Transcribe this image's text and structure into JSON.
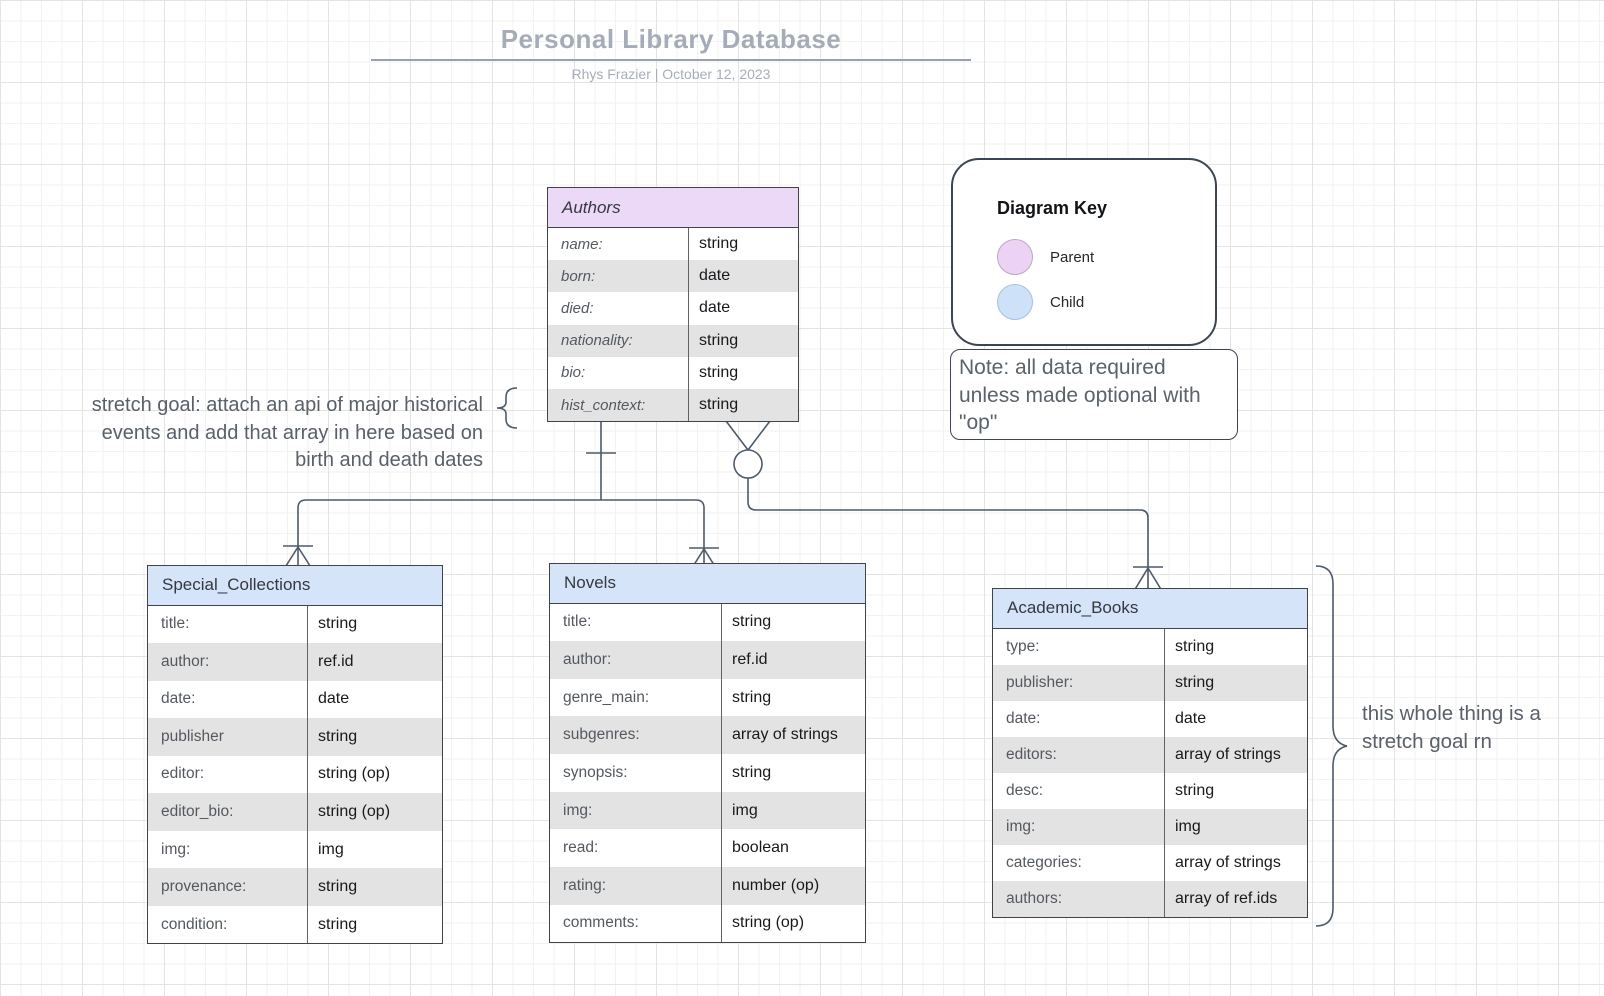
{
  "header": {
    "title": "Personal Library Database",
    "subtitle": "Rhys Frazier  |  October 12, 2023"
  },
  "key": {
    "title": "Diagram Key",
    "items": [
      {
        "label": "Parent",
        "color": "#ecd3f6"
      },
      {
        "label": "Child",
        "color": "#cde1f8"
      }
    ]
  },
  "note": {
    "text": "Note: all data required unless made optional with \"op\""
  },
  "annotations": {
    "authors_stretch_goal_lines": [
      "stretch goal: attach an api of major historical",
      "events and add that array in here based on",
      "birth and death dates"
    ],
    "academic_stretch_goal": "this whole thing is a stretch goal rn"
  },
  "colors": {
    "parent_header": "#ecd9f8",
    "child_header": "#d6e4fa",
    "row_alt": "#e3e3e3",
    "connector": "#4d5a6a"
  },
  "tables": [
    {
      "name": "Authors",
      "role": "parent",
      "fields": [
        {
          "label": "name:",
          "value": "string"
        },
        {
          "label": "born:",
          "value": "date"
        },
        {
          "label": "died:",
          "value": "date"
        },
        {
          "label": "nationality:",
          "value": "string"
        },
        {
          "label": "bio:",
          "value": "string"
        },
        {
          "label": "hist_context:",
          "value": "string"
        }
      ]
    },
    {
      "name": "Special_Collections",
      "role": "child",
      "fields": [
        {
          "label": "title:",
          "value": "string"
        },
        {
          "label": "author:",
          "value": "ref.id"
        },
        {
          "label": "date:",
          "value": "date"
        },
        {
          "label": "publisher",
          "value": "string"
        },
        {
          "label": "editor:",
          "value": "string (op)"
        },
        {
          "label": "editor_bio:",
          "value": "string (op)"
        },
        {
          "label": "img:",
          "value": "img"
        },
        {
          "label": "provenance:",
          "value": "string"
        },
        {
          "label": "condition:",
          "value": "string"
        }
      ]
    },
    {
      "name": "Novels",
      "role": "child",
      "fields": [
        {
          "label": "title:",
          "value": "string"
        },
        {
          "label": "author:",
          "value": "ref.id"
        },
        {
          "label": "genre_main:",
          "value": "string"
        },
        {
          "label": "subgenres:",
          "value": "array of strings"
        },
        {
          "label": "synopsis:",
          "value": "string"
        },
        {
          "label": "img:",
          "value": "img"
        },
        {
          "label": "read:",
          "value": "boolean"
        },
        {
          "label": "rating:",
          "value": "number (op)"
        },
        {
          "label": "comments:",
          "value": "string (op)"
        }
      ]
    },
    {
      "name": "Academic_Books",
      "role": "child",
      "fields": [
        {
          "label": "type:",
          "value": "string"
        },
        {
          "label": "publisher:",
          "value": "string"
        },
        {
          "label": "date:",
          "value": "date"
        },
        {
          "label": "editors:",
          "value": "array of strings"
        },
        {
          "label": "desc:",
          "value": "string"
        },
        {
          "label": "img:",
          "value": "img"
        },
        {
          "label": "categories:",
          "value": "array of strings"
        },
        {
          "label": "authors:",
          "value": "array of ref.ids"
        }
      ]
    }
  ]
}
